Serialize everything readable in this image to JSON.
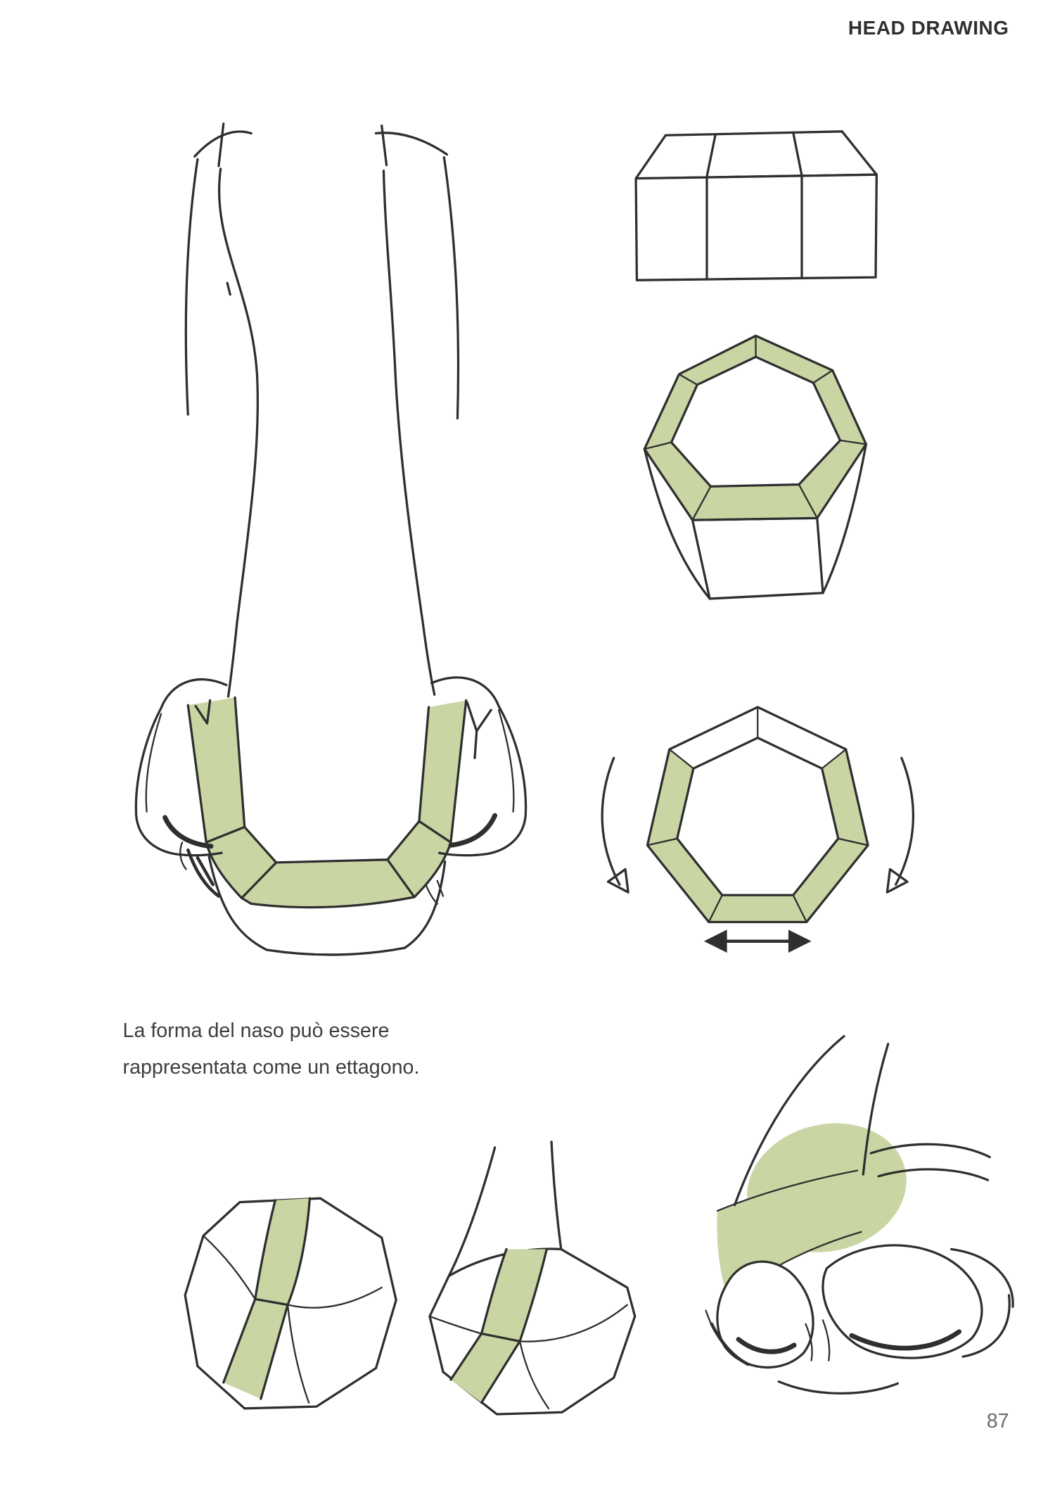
{
  "page": {
    "header_title": "HEAD DRAWING",
    "page_number": "87"
  },
  "caption": {
    "line1": "La forma del naso può essere",
    "line2": "rappresentata come un ettagono."
  },
  "colors": {
    "ink": "#2f2f2f",
    "shade_green": "#c9d6a3",
    "text_dark": "#3d3d3d",
    "text_muted": "#6b6b6b",
    "background": "#ffffff"
  }
}
